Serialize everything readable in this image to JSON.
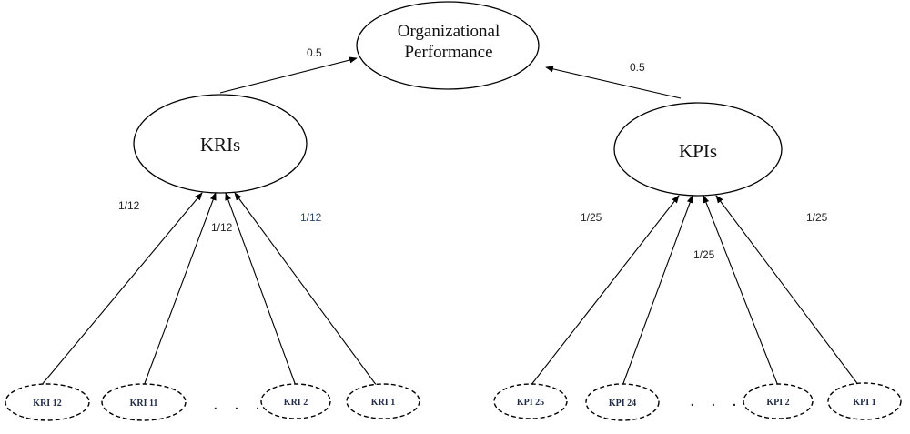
{
  "top_node": {
    "line1": "Organizational",
    "line2": "Performance"
  },
  "mid_nodes": {
    "kri": "KRIs",
    "kpi": "KPIs"
  },
  "weights": {
    "kri_to_top": "0.5",
    "kpi_to_top": "0.5",
    "kri_left": "1/12",
    "kri_mid": "1/12",
    "kri_right": "1/12",
    "kpi_left": "1/25",
    "kpi_mid": "1/25",
    "kpi_right": "1/25"
  },
  "kri_leaves": [
    "KRI 12",
    "KRI 11",
    "KRI 2",
    "KRI 1"
  ],
  "kpi_leaves": [
    "KPI 25",
    "KPI 24",
    "KPI 2",
    "KPI 1"
  ],
  "ellipsis": {
    "kri": ". . .",
    "kpi": ". . ."
  }
}
